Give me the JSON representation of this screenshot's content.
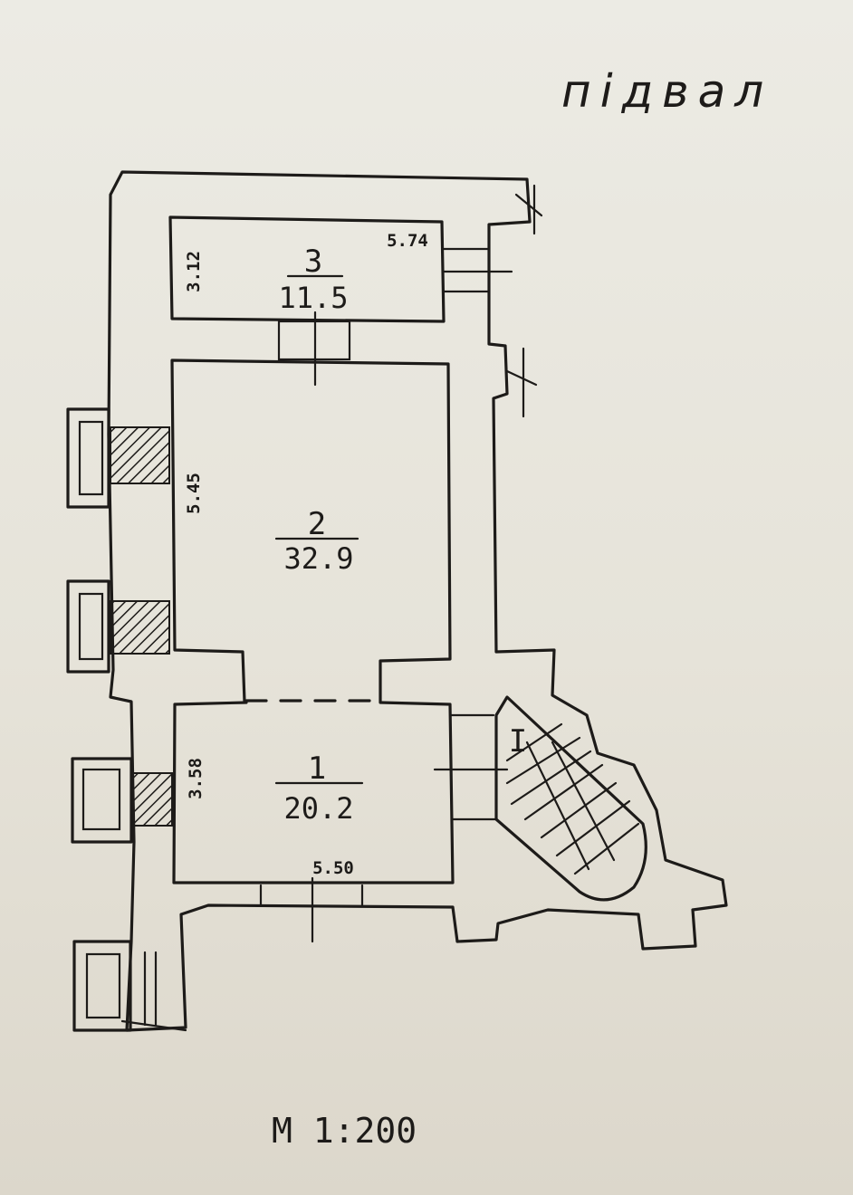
{
  "title": "підвал",
  "scale": "M 1:200",
  "rooms": [
    {
      "number": "1",
      "area": "20.2"
    },
    {
      "number": "2",
      "area": "32.9"
    },
    {
      "number": "3",
      "area": "11.5"
    }
  ],
  "stair_label": "I",
  "dimensions": {
    "room3_height": "3.12",
    "room3_width": "5.74",
    "room2_height": "5.45",
    "room1_height": "3.58",
    "room1_width": "5.50"
  },
  "colors": {
    "ink": "#1d1b19",
    "paper": "#e9e6dd"
  }
}
